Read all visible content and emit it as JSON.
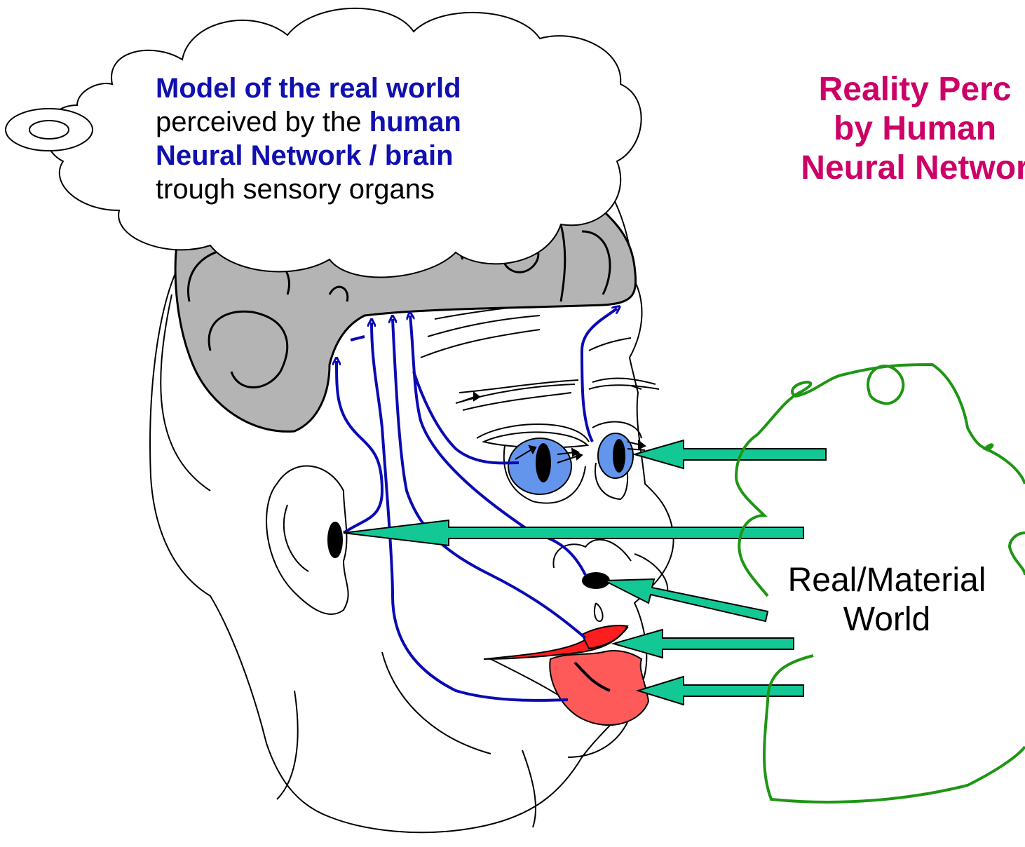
{
  "thought_cloud": {
    "line1_bold": "Model of the real world",
    "line2_plain": "perceived by the ",
    "line2_bold": "human",
    "line3_bold": "Neural Network / brain",
    "line4_plain": "trough  sensory organs"
  },
  "title": {
    "line1": "Reality Perc",
    "line2": "by Human",
    "line3": "Neural Networ"
  },
  "world_label": {
    "line1": "Real/Material",
    "line2": "World"
  },
  "colors": {
    "nerve": "#0a0ab4",
    "arrow": "#14c896",
    "brain": "#b4b4b4",
    "eye": "#6495ed",
    "lips": "#ff1e1e",
    "tongue": "#ff5a5a",
    "world_outline": "#1e9614",
    "title": "#cc0066"
  }
}
